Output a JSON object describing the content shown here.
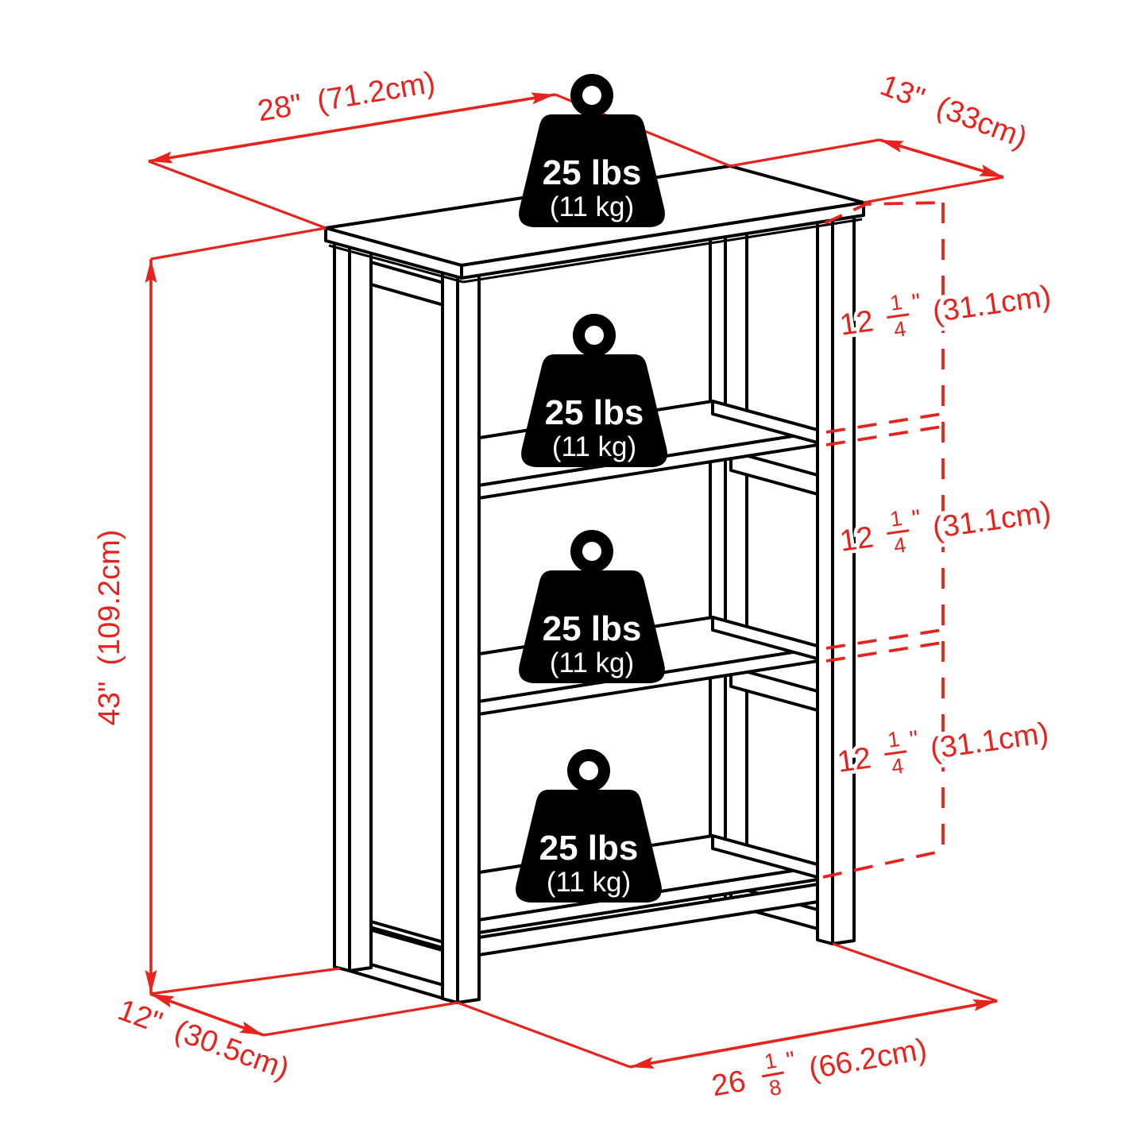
{
  "diagram": {
    "title": "4-tier shelf dimension diagram",
    "accent_color": "#e6231d",
    "line_color": "#000000",
    "background_color": "#ffffff"
  },
  "weights": [
    {
      "lbs": "25 lbs",
      "kg": "(11 kg)"
    },
    {
      "lbs": "25 lbs",
      "kg": "(11 kg)"
    },
    {
      "lbs": "25 lbs",
      "kg": "(11 kg)"
    },
    {
      "lbs": "25 lbs",
      "kg": "(11 kg)"
    }
  ],
  "dimensions": {
    "top_width": {
      "inches": "28\"",
      "metric": "(71.2cm)"
    },
    "top_depth": {
      "inches": "13\"",
      "metric": "(33cm)"
    },
    "height": {
      "inches": "43\"",
      "metric": "(109.2cm)"
    },
    "base_depth": {
      "inches": "12\"",
      "metric": "(30.5cm)"
    },
    "base_width": {
      "whole": "26",
      "numerator": "1",
      "denominator": "8",
      "unit": "\"",
      "metric": "(66.2cm)"
    },
    "shelf_spacing": [
      {
        "whole": "12",
        "numerator": "1",
        "denominator": "4",
        "unit": "\"",
        "metric": "(31.1cm)"
      },
      {
        "whole": "12",
        "numerator": "1",
        "denominator": "4",
        "unit": "\"",
        "metric": "(31.1cm)"
      },
      {
        "whole": "12",
        "numerator": "1",
        "denominator": "4",
        "unit": "\"",
        "metric": "(31.1cm)"
      }
    ]
  }
}
